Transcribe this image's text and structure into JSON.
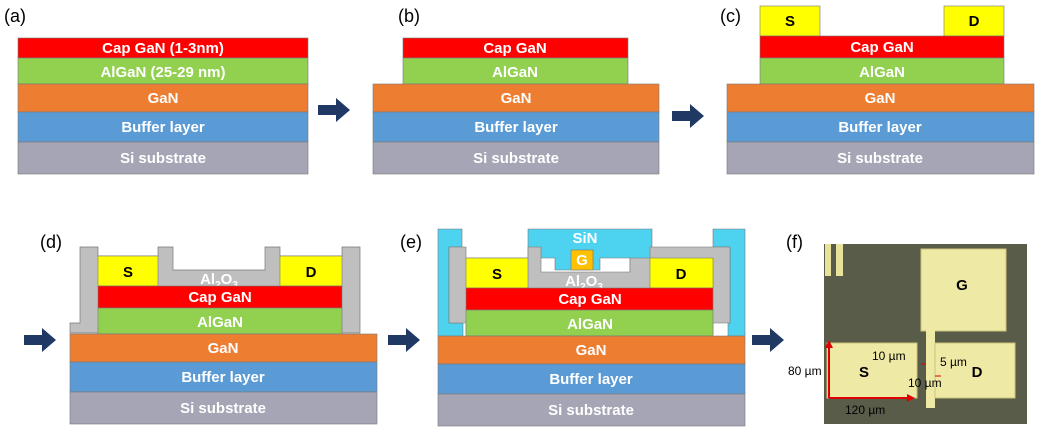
{
  "panels": {
    "a": "(a)",
    "b": "(b)",
    "c": "(c)",
    "d": "(d)",
    "e": "(e)",
    "f": "(f)"
  },
  "layers": {
    "cap_a": "Cap GaN (1-3nm)",
    "algan_a": "AlGaN  (25-29 nm)",
    "cap": "Cap GaN",
    "algan": "AlGaN",
    "gan": "GaN",
    "buffer": "Buffer layer",
    "si": "Si substrate",
    "al2o3_main": "Al",
    "al2o3_sub2": "2",
    "al2o3_o": "O",
    "al2o3_sub3": "3",
    "sin": "SiN"
  },
  "contacts": {
    "source": "S",
    "drain": "D",
    "gate": "G"
  },
  "micrograph": {
    "dim_10um_top": "10 µm",
    "dim_5um": "5 µm",
    "dim_10um_bottom": "10 µm",
    "dim_80um": "80 µm",
    "dim_120um": "120 µm"
  },
  "colors": {
    "cap": "#ff0000",
    "algan": "#92d050",
    "gan": "#ed7d31",
    "buffer": "#5b9bd5",
    "si": "#a5a5b5",
    "contact": "#ffff00",
    "al2o3": "#bfbfbf",
    "sin": "#4dd2f0",
    "gate": "#ffc000",
    "arrow": "#1f3864"
  }
}
